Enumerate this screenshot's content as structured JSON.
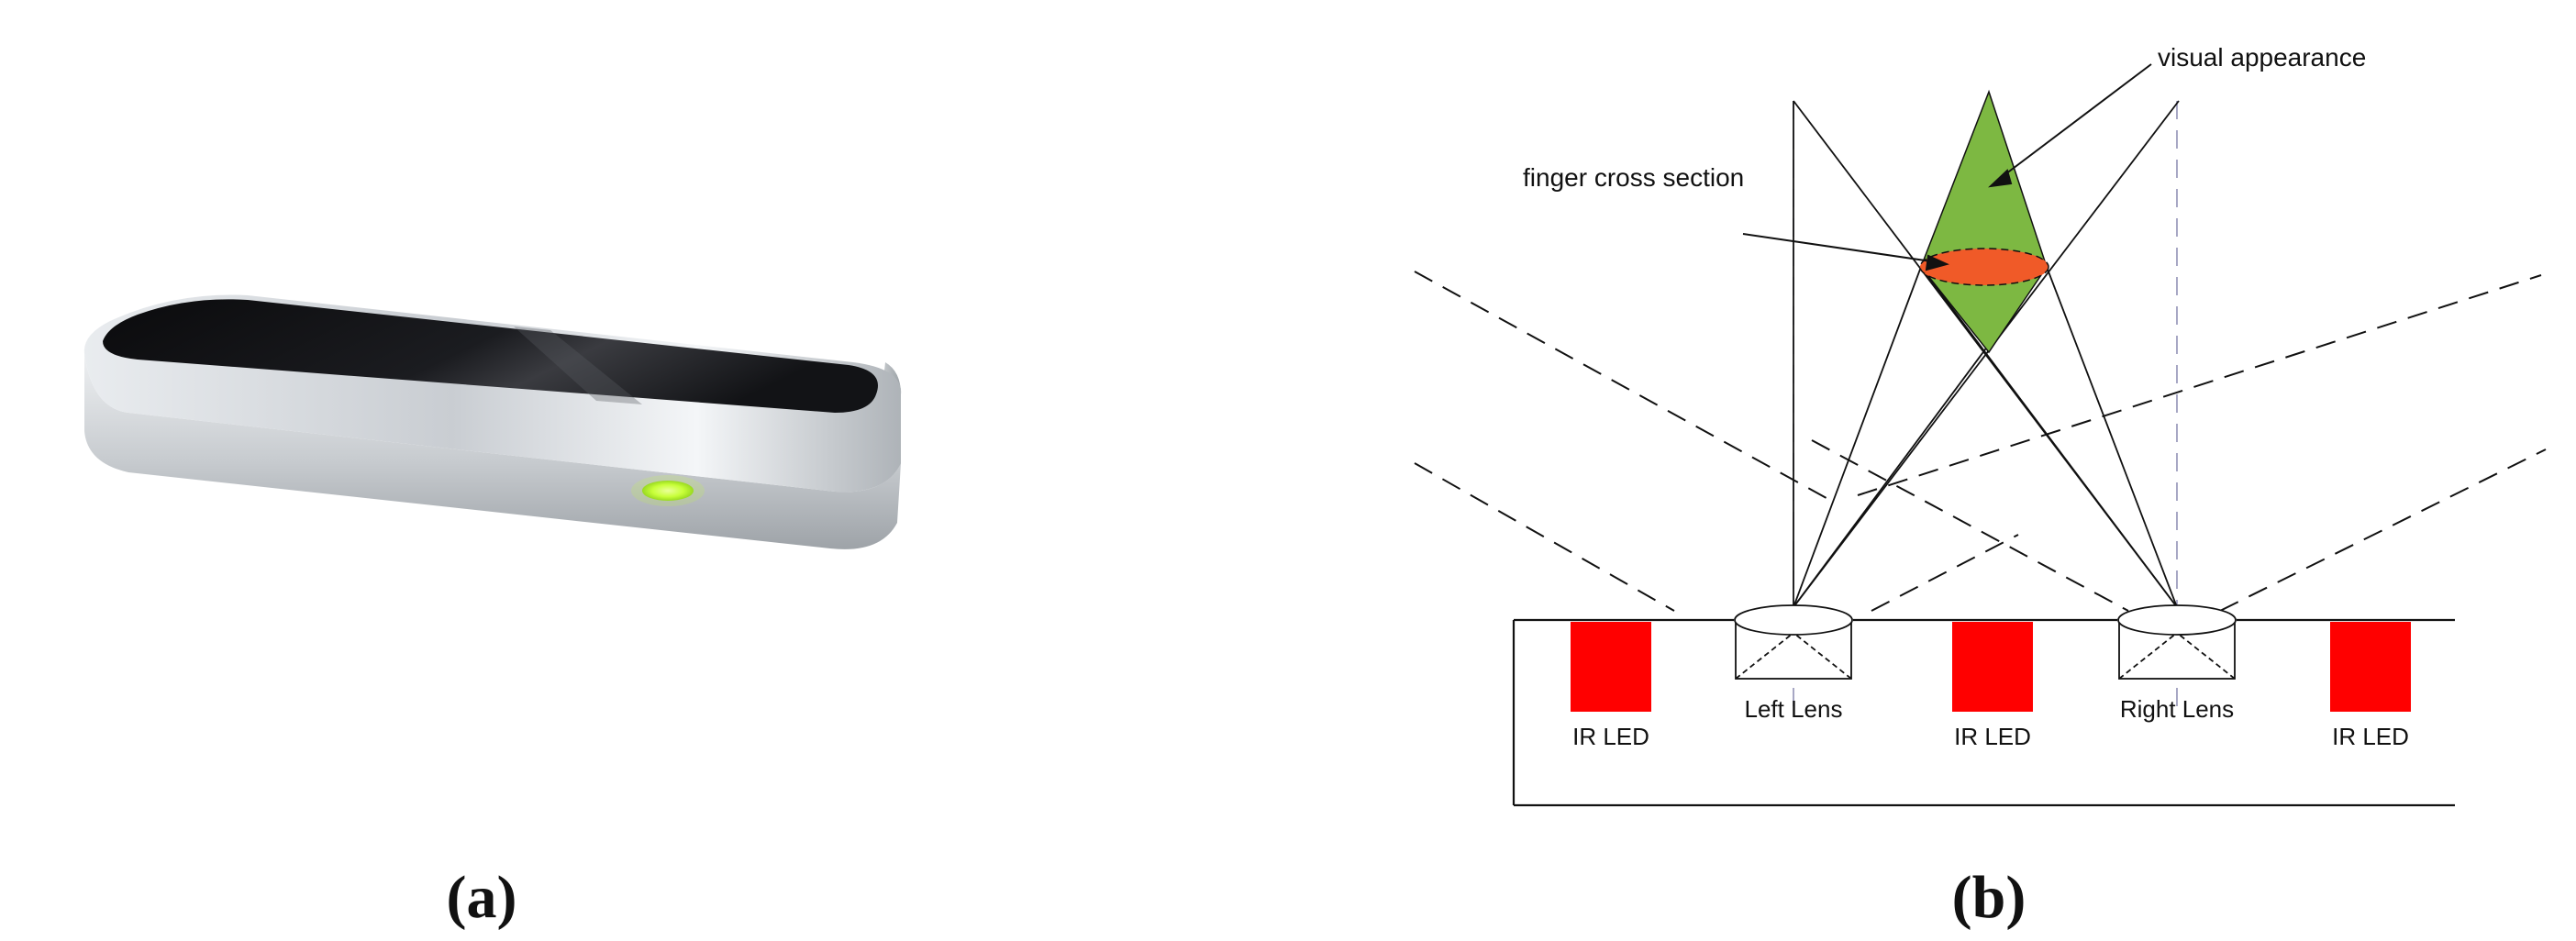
{
  "panel_a": {
    "label": "(a)"
  },
  "panel_b": {
    "label": "(b)",
    "annotations": {
      "visual_appearance": "visual appearance",
      "finger_cross_section": "finger cross section"
    },
    "components": {
      "ir_led_left": "IR LED",
      "left_lens": "Left Lens",
      "ir_led_center": "IR LED",
      "right_lens": "Right Lens",
      "ir_led_right": "IR LED"
    }
  },
  "colors": {
    "led_red": "#ff0000",
    "visual_green": "#7db842",
    "finger_orange": "#f05a28",
    "device_glow": "#c8ff3a"
  }
}
